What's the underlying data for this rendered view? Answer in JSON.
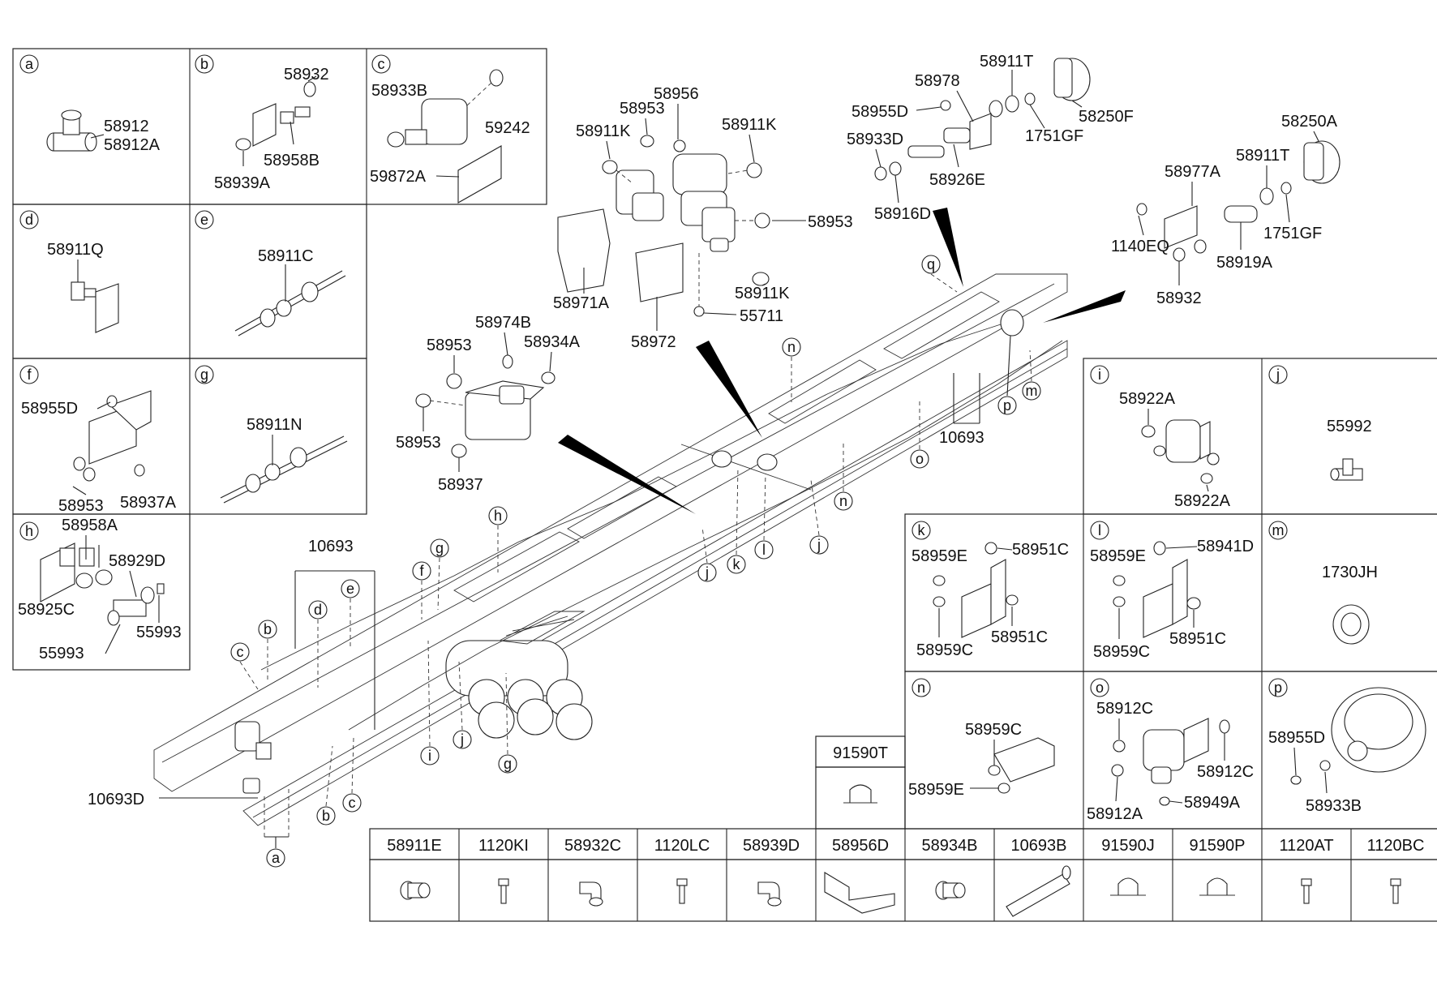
{
  "panels": {
    "a": {
      "letter": "a",
      "labels": [
        "58912",
        "58912A"
      ]
    },
    "b": {
      "letter": "b",
      "labels": [
        "58932",
        "58958B",
        "58939A"
      ]
    },
    "c": {
      "letter": "c",
      "labels": [
        "58933B",
        "59242",
        "59872A"
      ]
    },
    "d": {
      "letter": "d",
      "labels": [
        "58911Q"
      ]
    },
    "e": {
      "letter": "e",
      "labels": [
        "58911C"
      ]
    },
    "f": {
      "letter": "f",
      "labels": [
        "58955D",
        "58953",
        "58937A"
      ]
    },
    "g": {
      "letter": "g",
      "labels": [
        "58911N"
      ]
    },
    "h": {
      "letter": "h",
      "labels": [
        "58958A",
        "58929D",
        "58925C",
        "55993",
        "55993"
      ]
    },
    "i": {
      "letter": "i",
      "labels": [
        "58922A",
        "58922A"
      ]
    },
    "j": {
      "letter": "j",
      "labels": [
        "55992"
      ]
    },
    "k": {
      "letter": "k",
      "labels": [
        "58959E",
        "58951C",
        "58959C",
        "58951C"
      ]
    },
    "l": {
      "letter": "l",
      "labels": [
        "58959E",
        "58941D",
        "58959C",
        "58951C"
      ]
    },
    "m": {
      "letter": "m",
      "labels": [
        "1730JH"
      ]
    },
    "n": {
      "letter": "n",
      "labels": [
        "58959C",
        "58959E"
      ]
    },
    "o": {
      "letter": "o",
      "labels": [
        "58912C",
        "58912C",
        "58912A",
        "58949A"
      ]
    },
    "p": {
      "letter": "p",
      "labels": [
        "58955D",
        "58933B"
      ]
    }
  },
  "center_assembly": {
    "labels": [
      "58956",
      "58953",
      "58911K",
      "58911K",
      "58953",
      "58911K",
      "58971A",
      "58972",
      "55711"
    ]
  },
  "lower_valve": {
    "labels": [
      "58974B",
      "58953",
      "58934A",
      "58953",
      "58937"
    ]
  },
  "rear_left": {
    "labels": [
      "58978",
      "58911T",
      "58955D",
      "58933D",
      "58250F",
      "1751GF",
      "58926E",
      "58916D"
    ]
  },
  "rear_right": {
    "labels": [
      "58250A",
      "58911T",
      "58977A",
      "1751GF",
      "1140EQ",
      "58932",
      "58919A"
    ]
  },
  "frame_callouts": {
    "ref_10693_top": "10693",
    "ref_10693_mid": "10693",
    "ref_10693D": "10693D",
    "letters": [
      "q",
      "n",
      "p",
      "m",
      "o",
      "n",
      "j",
      "k",
      "l",
      "j",
      "h",
      "g",
      "f",
      "e",
      "d",
      "b",
      "c",
      "i",
      "j",
      "g",
      "b",
      "c",
      "a"
    ]
  },
  "table": {
    "single": {
      "code": "91590T"
    },
    "headers": [
      "58911E",
      "1120KI",
      "58932C",
      "1120LC",
      "58939D",
      "58956D",
      "58934B",
      "10693B",
      "91590J",
      "91590P",
      "1120AT",
      "1120BC"
    ]
  }
}
